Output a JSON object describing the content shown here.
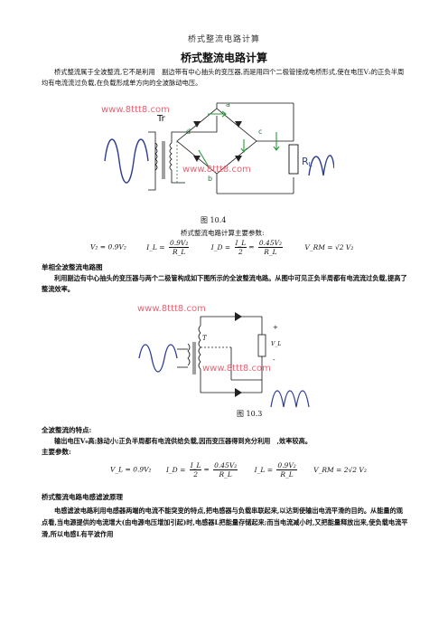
{
  "header": "桥式整流电路计算",
  "title": "桥式整流电路计算",
  "intro": "桥式整流属于全波整流,它不是利用　副边带有中心抽头的变压器,而是用四个二极管接成电桥形式,使在电压V₂的正负半周均有电流流过负载,在负载形成单方向的全波脉动电压。",
  "fig1": {
    "watermark1": "www.8ttt8.com",
    "watermark2": "www.8ttt8.com",
    "tr": "Tr",
    "labels": [
      "a",
      "b",
      "c",
      "d"
    ],
    "rl": "R",
    "rl_sub": "L",
    "caption": "图 10.4"
  },
  "params_title": "桥式整流电路计算主要参数:",
  "formula1": {
    "v2": "V₂ = 0.9V₂",
    "il_left": "I_L =",
    "il_num": "0.9V₂",
    "il_den": "R_L",
    "id_left": "I_D =",
    "id_num1": "I_L",
    "id_den1": "2",
    "id_num2": "0.45V₂",
    "id_den2": "R_L",
    "vrm": "V_RM = √2 V₂"
  },
  "section1_title": "单相全波整流电路图",
  "section1_text": "利用副边有中心抽头的变压器与两个二极管构成如下图所示的全波整流电路。从图中可见正负半周都有电流流过负载,提高了整流效率。",
  "fig2": {
    "watermark1": "www.8ttt8.com",
    "watermark2": "www.8ttt8.com",
    "t": "T",
    "plus": "+",
    "minus": "-",
    "vl": "V_L",
    "caption": "图 10.3"
  },
  "features_title": "全波整流的特点:",
  "features_text": "输出电压V₀高;脉动小;正负半周都有电流供给负载,因而变压器得到充分利用　,效率较高。",
  "main_params": "主要参数:",
  "formula2": {
    "v2": "V_L = 0.9V₂",
    "id_left": "I_D =",
    "id_num1": "I_L",
    "id_den1": "2",
    "id_num2": "0.45V₂",
    "id_den2": "R_L",
    "il_left": "I_L =",
    "il_num": "0.9V₂",
    "il_den": "R_L",
    "vrm": "V_RM = 2√2 V₂"
  },
  "filter_title": "桥式整流电路电感滤波原理",
  "filter_text": "电感滤波电路利用电感器两端的电流不能突变的特点,把电感器与负载串联起来,以达到使输出电流平滑的目的。从能量的观点看,当电源提供的电流增大(由电源电压增加引起)时,电感器L把能量存储起来;而当电流减小时,又把能量释放出来,使负载电流平滑,所以电感L有平波作用"
}
